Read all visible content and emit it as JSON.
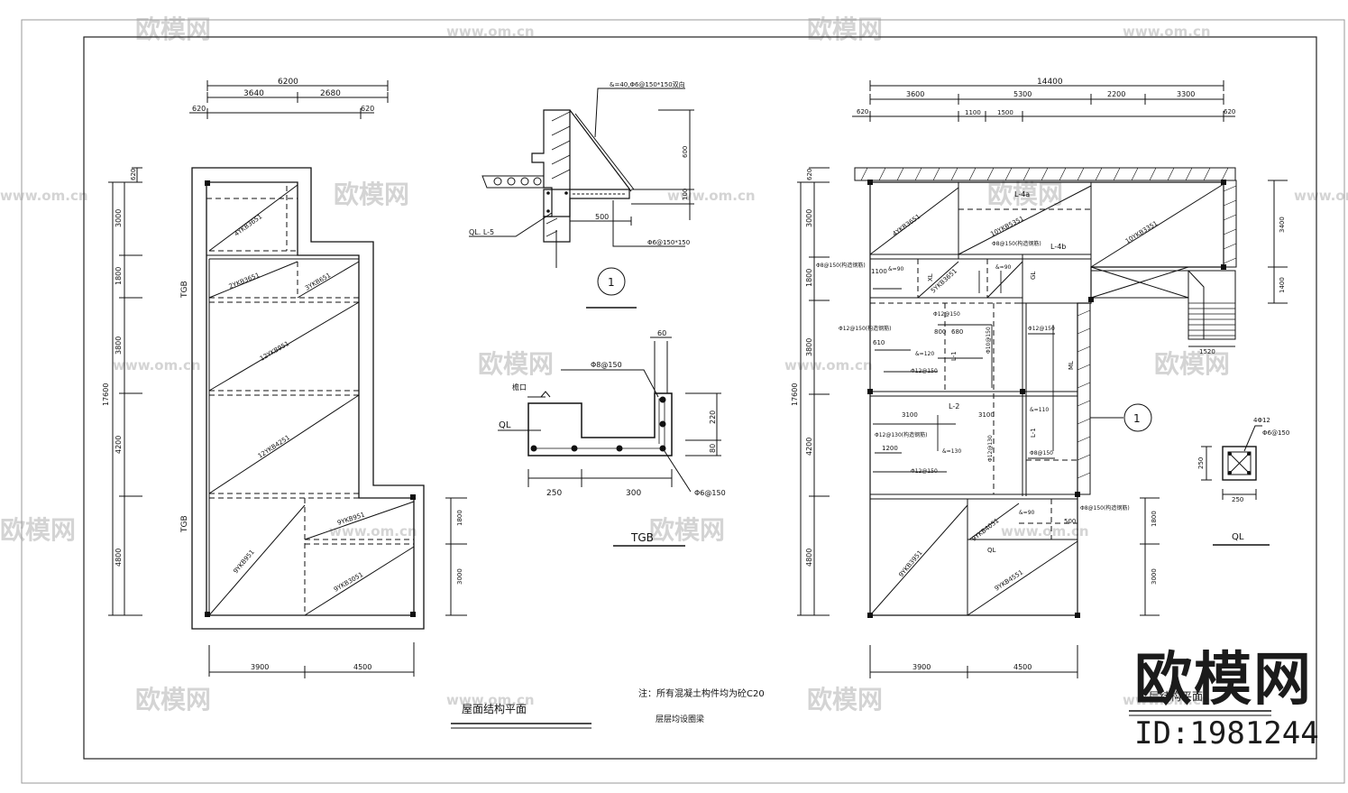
{
  "watermark": {
    "brand": "欧模网",
    "url": "www.om.cn"
  },
  "logo": {
    "brand": "欧模网",
    "id": "ID:1981244"
  },
  "roof_plan": {
    "title": "屋面结构平面",
    "top_dims": {
      "total": "6200",
      "a": "3640",
      "b": "2680",
      "l": "620",
      "r": "620"
    },
    "left_dims": {
      "total": "17600",
      "d1": "620",
      "d2": "3000",
      "d3": "1800",
      "d4": "3800",
      "d5": "4200",
      "d6": "4800"
    },
    "right_dims": {
      "r1": "1800",
      "r2": "3000"
    },
    "bottom_dims": {
      "a": "3900",
      "b": "4500"
    },
    "beam_labels": {
      "tgb1": "TGB",
      "tgb2": "TGB"
    },
    "slabs": [
      "4YKB3651",
      "2YKB3651",
      "3YKB651",
      "12YKB951",
      "12YKB4251",
      "9YKB951",
      "9YKB951",
      "9YKB3051"
    ]
  },
  "detail1": {
    "top_note": "&=40,Φ6@150*150双向",
    "dim_600": "600",
    "dim_100": "100",
    "dim_500": "500",
    "bottom_note": "Φ6@150*150",
    "beam_label": "QL. L-5",
    "mark": "1"
  },
  "tgb_detail": {
    "title": "TGB",
    "top_dim": "60",
    "rebar_top": "Φ8@150",
    "level": "檐口",
    "beam_label": "QL",
    "dim_220": "220",
    "dim_80": "80",
    "dim_250": "250",
    "dim_300": "300",
    "rebar_stirrup": "Φ6@150"
  },
  "note": {
    "line1": "注：所有混凝土构件均为砼C20",
    "line2": "层层均设圈梁"
  },
  "floor_plan": {
    "title": "二层结构平面",
    "top_dims": {
      "total": "14400",
      "a": "3600",
      "b": "5300",
      "c": "2200",
      "d": "3300",
      "l": "620",
      "r": "620",
      "s1": "1100",
      "s2": "1500"
    },
    "left_dims": {
      "total": "17600",
      "d1": "620",
      "d2": "3000",
      "d3": "1800",
      "d4": "3800",
      "d5": "4200",
      "d6": "4800"
    },
    "right_dims": {
      "r1": "3400",
      "r2": "1400",
      "r3": "1800",
      "r4": "3000"
    },
    "bottom_dims": {
      "a": "3900",
      "b": "4500"
    },
    "stair_dim": "1520",
    "labels": {
      "l4a": "L-4a",
      "l4b": "L-4b",
      "l1a": "L-1",
      "l1b": "L-1",
      "l2": "L-2",
      "ml": "ML",
      "ql": "QL",
      "gl": "GL",
      "xl": "XL",
      "r1": "Φ8@150(构造钢筋)",
      "r2": "Φ8@150(构造钢筋)",
      "r3": "&=90",
      "r4": "&=90",
      "r5": "Φ12@150(构造钢筋)",
      "r6": "Φ12@150",
      "r7": "&=120",
      "r8": "Φ12@150",
      "r9": "Φ12@150",
      "r10": "Φ12@130(构造钢筋)",
      "r11": "&=130",
      "r12": "Φ12@150",
      "r13": "&=110",
      "r14": "Φ8@150",
      "r15": "&=90",
      "r16": "Φ8@150(构造钢筋)",
      "r17": "Φ10@150",
      "r18": "Φ12@130",
      "d800": "800",
      "d680": "680",
      "d3100a": "3100",
      "d3100b": "3100",
      "d1200": "1200",
      "d500": "500",
      "d1100": "1100",
      "d610": "610"
    },
    "slabs": [
      "4YKB3651",
      "10YKB5351",
      "10YKB3351",
      "5YKB3651",
      "9YKB3951",
      "9YKB4551",
      "9YKB4051"
    ],
    "section_mark": "1"
  },
  "ql_detail": {
    "title": "QL",
    "rebar1": "4Φ12",
    "rebar2": "Φ6@150",
    "dim_250a": "250",
    "dim_250b": "250"
  }
}
